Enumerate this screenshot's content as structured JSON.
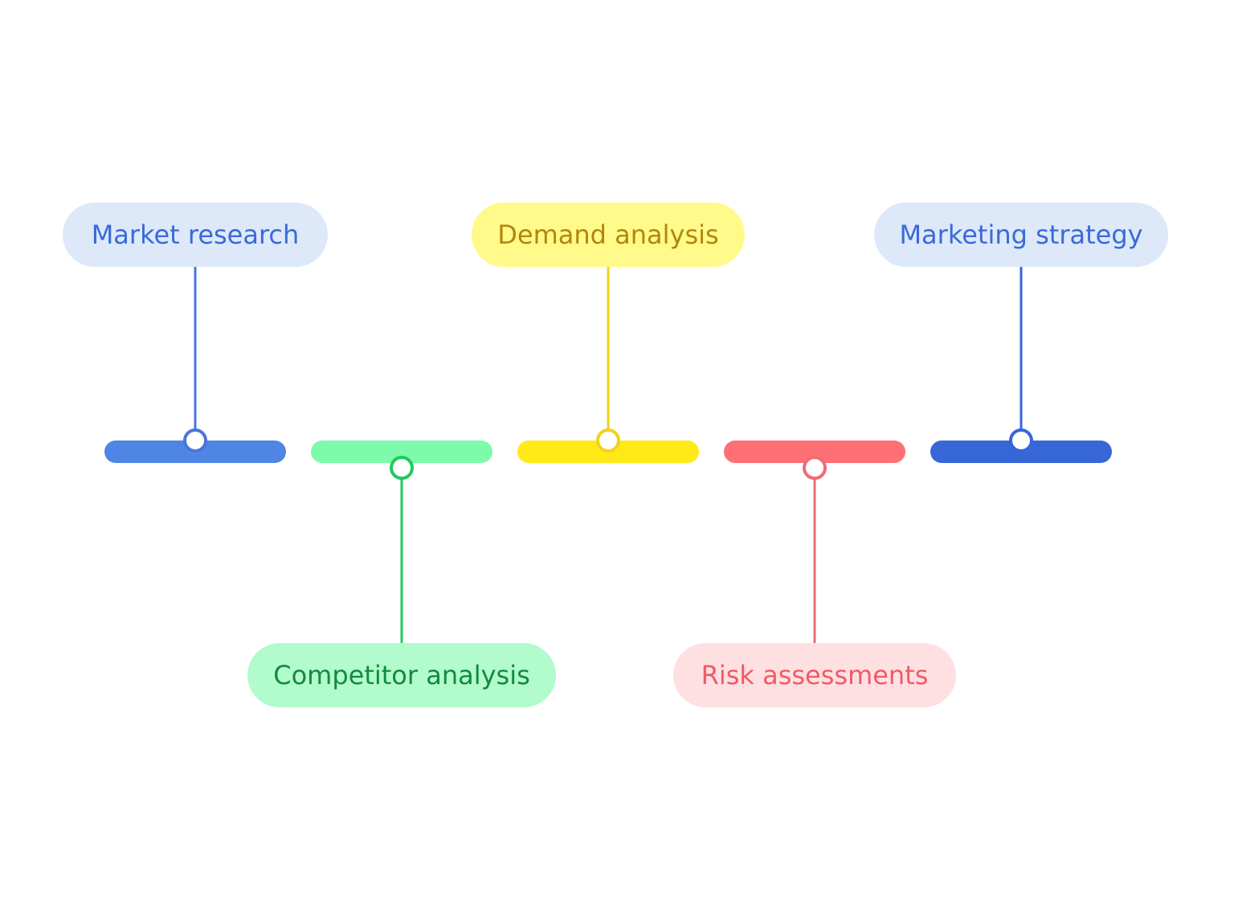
{
  "steps": [
    {
      "label": "Market research",
      "position": "top",
      "bar_color": "#4f86e6",
      "pill_bg": "#dde8f9",
      "text_color": "#3a6ad8",
      "line_color": "#4b76d8"
    },
    {
      "label": "Competitor analysis",
      "position": "bottom",
      "bar_color": "#7dfbaa",
      "pill_bg": "#b1fbcc",
      "text_color": "#138a3d",
      "line_color": "#22c95e"
    },
    {
      "label": "Demand analysis",
      "position": "top",
      "bar_color": "#ffe917",
      "pill_bg": "#fffa8a",
      "text_color": "#b2860d",
      "line_color": "#f1d21b"
    },
    {
      "label": "Risk assessments",
      "position": "bottom",
      "bar_color": "#ff6f76",
      "pill_bg": "#ffe0e2",
      "text_color": "#f05a66",
      "line_color": "#ee6c75"
    },
    {
      "label": "Marketing strategy",
      "position": "top",
      "bar_color": "#3766d6",
      "pill_bg": "#dde8f9",
      "text_color": "#3a6ad8",
      "line_color": "#3766d6"
    }
  ]
}
